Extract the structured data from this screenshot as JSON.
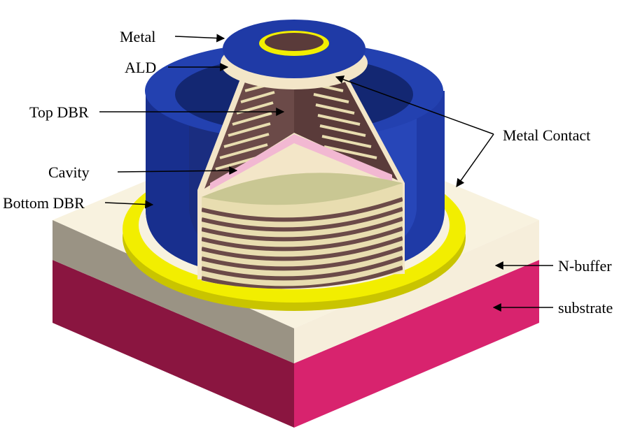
{
  "labels": {
    "metal": "Metal",
    "ald": "ALD",
    "top_dbr": "Top DBR",
    "cavity": "Cavity",
    "bottom_dbr": "Bottom DBR",
    "metal_contact": "Metal Contact",
    "n_buffer": "N-buffer",
    "substrate": "substrate"
  },
  "colors": {
    "metal": "#1f3aa6",
    "metal_dark": "#132772",
    "metal_contact": "#f2ee00",
    "ald": "#f3e6c8",
    "dbr_dark": "#6b4a48",
    "dbr_light": "#e8ddb0",
    "cavity": "#f2b8d2",
    "n_buffer": "#f8f2df",
    "substrate": "#d8236e",
    "shadow": "#9a9384"
  }
}
